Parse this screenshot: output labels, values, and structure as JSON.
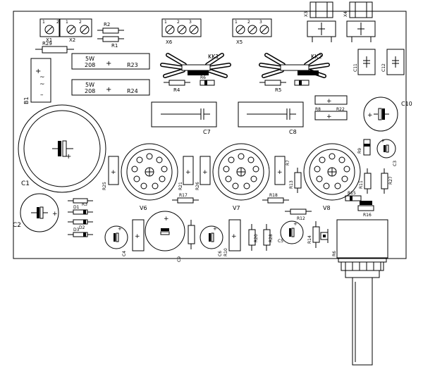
{
  "labels": {
    "X1": "X1",
    "X2": "X2",
    "X3": "X3",
    "X4": "X4",
    "X5": "X5",
    "X6": "X6",
    "R1": "R1",
    "R2": "R2",
    "R3": "R3",
    "R4": "R4",
    "R5": "R5",
    "R6": "R6",
    "R7": "R7",
    "R8": "R8",
    "R9": "R9",
    "R10": "R10",
    "R11": "R11",
    "R12": "R12",
    "R13": "R13",
    "R14": "R14",
    "R15": "R15",
    "R16": "R16",
    "R17": "R17",
    "R18": "R18",
    "R19": "R19",
    "R20": "R20",
    "R21": "R21",
    "R22": "R22",
    "R23": "R23",
    "R24": "R24",
    "R25": "R25",
    "R26": "R26",
    "R27": "R27",
    "R28": "R28",
    "R29": "R29",
    "C1": "C1",
    "C2": "C2",
    "C3": "C3",
    "C4": "C4",
    "C5": "C5",
    "C6": "C6",
    "C7": "C7",
    "C8": "C8",
    "C9": "C9",
    "C10": "C10",
    "C11": "C11",
    "C12": "C12",
    "D1": "D1",
    "D2": "D2",
    "D3": "D3",
    "B1": "B1",
    "KK1": "KK1",
    "KK2": "KK2",
    "V6": "V6",
    "V7": "V7",
    "V8": "V8",
    "res5w_a_1": "5W",
    "res5w_a_2": "208",
    "res5w_b_1": "5W",
    "res5w_b_2": "208"
  },
  "pins": {
    "p1": "1",
    "p2": "2",
    "p3": "3"
  }
}
